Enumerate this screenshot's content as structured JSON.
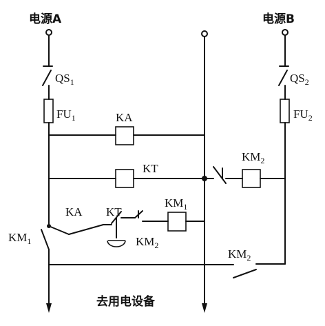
{
  "sources": {
    "a": {
      "label": "电源A",
      "switch": "QS",
      "switch_sub": "1",
      "fuse": "FU",
      "fuse_sub": "1"
    },
    "b": {
      "label": "电源B",
      "switch": "QS",
      "switch_sub": "2",
      "fuse": "FU",
      "fuse_sub": "2"
    }
  },
  "coils": {
    "ka": "KA",
    "kt": "KT",
    "km2": {
      "main": "KM",
      "sub": "2"
    },
    "km1": {
      "main": "KM",
      "sub": "1"
    }
  },
  "contacts": {
    "km1_left": {
      "main": "KM",
      "sub": "1"
    },
    "ka": "KA",
    "kt": "KT",
    "km2_timer": {
      "main": "KM",
      "sub": "2"
    },
    "km2_bottom": {
      "main": "KM",
      "sub": "2"
    }
  },
  "output_label": "去用电设备"
}
